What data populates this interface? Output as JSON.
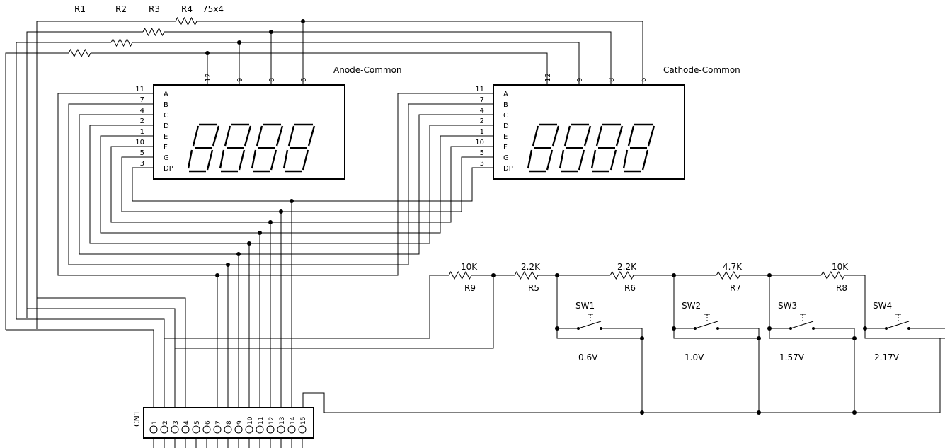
{
  "resistors_top": {
    "r1": "R1",
    "r2": "R2",
    "r3": "R3",
    "r4": "R4",
    "value": "75x4"
  },
  "displays": [
    {
      "label": "Anode-Common",
      "digit_pins": [
        "12",
        "9",
        "8",
        "6"
      ],
      "digits": [
        "DIG1",
        "DIG2",
        "DIG3",
        "DIG4"
      ],
      "seg_pins": [
        "11",
        "7",
        "4",
        "2",
        "1",
        "10",
        "5",
        "3"
      ],
      "segments": [
        "A",
        "B",
        "C",
        "D",
        "E",
        "F",
        "G",
        "DP"
      ]
    },
    {
      "label": "Cathode-Common",
      "digit_pins": [
        "12",
        "9",
        "8",
        "6"
      ],
      "digits": [
        "DIG1",
        "DIG2",
        "DIG3",
        "DIG4"
      ],
      "seg_pins": [
        "11",
        "7",
        "4",
        "2",
        "1",
        "10",
        "5",
        "3"
      ],
      "segments": [
        "A",
        "B",
        "C",
        "D",
        "E",
        "F",
        "G",
        "DP"
      ]
    }
  ],
  "ladder": {
    "resistors": [
      {
        "name": "R9",
        "value": "10K"
      },
      {
        "name": "R5",
        "value": "2.2K"
      },
      {
        "name": "R6",
        "value": "2.2K"
      },
      {
        "name": "R7",
        "value": "4.7K"
      },
      {
        "name": "R8",
        "value": "10K"
      }
    ],
    "switches": [
      {
        "name": "SW1",
        "voltage": "0.6V"
      },
      {
        "name": "SW2",
        "voltage": "1.0V"
      },
      {
        "name": "SW3",
        "voltage": "1.57V"
      },
      {
        "name": "SW4",
        "voltage": "2.17V"
      }
    ]
  },
  "connector": {
    "name": "CN1",
    "pins": [
      "1",
      "2",
      "3",
      "4",
      "5",
      "6",
      "7",
      "8",
      "9",
      "10",
      "11",
      "12",
      "13",
      "14",
      "15"
    ]
  }
}
